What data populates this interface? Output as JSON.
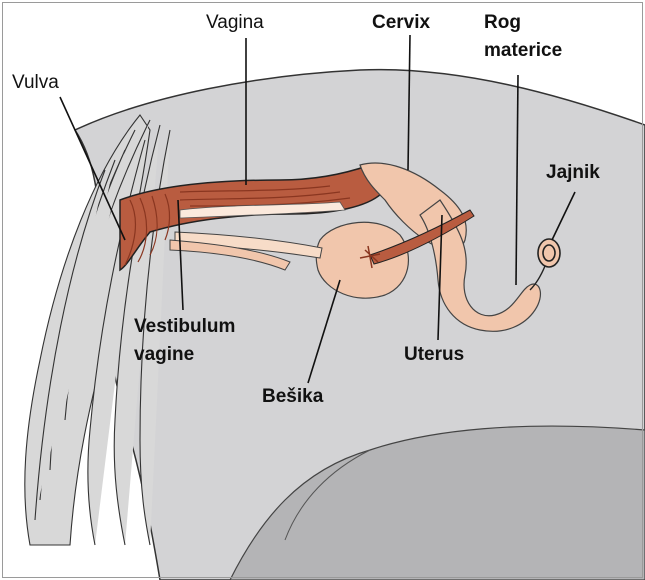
{
  "colors": {
    "body": "#d3d3d5",
    "body_shadow": "#b4b4b6",
    "tail": "#d8d8d8",
    "tail_stroke": "#333333",
    "muscle": "#b95c40",
    "muscle_dark": "#8a3620",
    "tissue": "#f1c6ac",
    "tissue_light": "#f7dcc8",
    "lumen": "#fbe9dc",
    "outline": "#222222"
  },
  "labels": {
    "vulva": "Vulva",
    "vagina": "Vagina",
    "cervix": "Cervix",
    "rog_line1": "Rog",
    "rog_line2": "materice",
    "jajnik": "Jajnik",
    "vestibulum_line1": "Vestibulum",
    "vestibulum_line2": "vagine",
    "uterus": "Uterus",
    "besika": "Bešika"
  }
}
